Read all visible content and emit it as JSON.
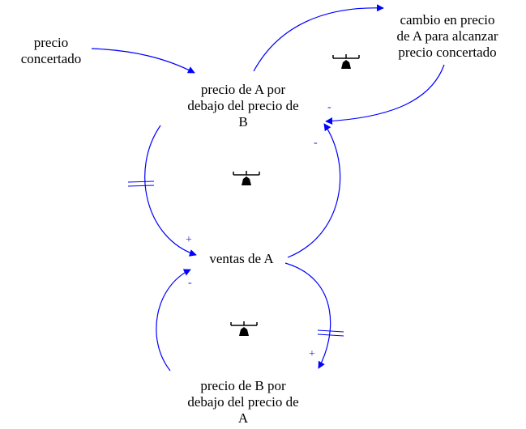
{
  "diagram": {
    "type": "causal-loop",
    "link_color": "#0000ff",
    "nodes": {
      "precio_concertado": "precio\nconcertado",
      "precio_a_bajo_b": "precio de A por\ndebajo del precio de\nB",
      "cambio_precio_a": "cambio en precio\nde A para alcanzar\nprecio concertado",
      "ventas_a": "ventas de A",
      "precio_b_bajo_a": "precio de B por\ndebajo del precio de\nA"
    },
    "links": [
      {
        "from": "precio_concertado",
        "to": "precio_a_bajo_b",
        "polarity": ""
      },
      {
        "from": "precio_a_bajo_b",
        "to": "cambio_precio_a",
        "polarity": ""
      },
      {
        "from": "cambio_precio_a",
        "to": "precio_a_bajo_b",
        "polarity": "-"
      },
      {
        "from": "precio_a_bajo_b",
        "to": "ventas_a",
        "polarity": "+",
        "delay": true
      },
      {
        "from": "ventas_a",
        "to": "precio_a_bajo_b",
        "polarity": "-"
      },
      {
        "from": "ventas_a",
        "to": "precio_b_bajo_a",
        "polarity": "+",
        "delay": true
      },
      {
        "from": "precio_b_bajo_a",
        "to": "ventas_a",
        "polarity": "-"
      }
    ],
    "loop_markers": [
      "balancing-icon",
      "balancing-icon",
      "balancing-icon"
    ]
  }
}
